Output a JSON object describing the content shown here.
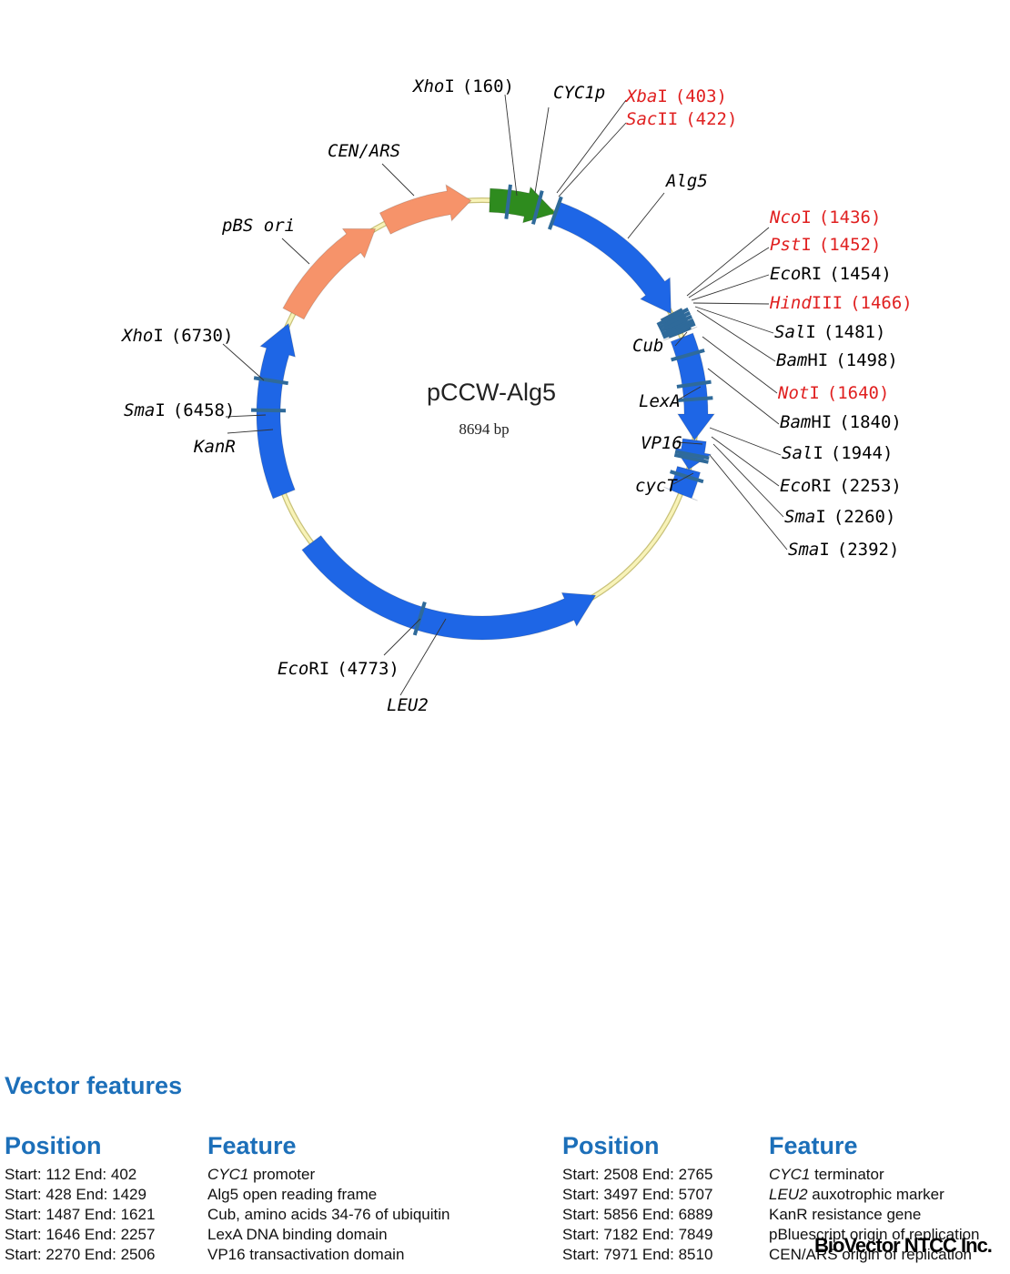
{
  "plasmid": {
    "name": "pCCW-Alg5",
    "size": "8694 bp"
  },
  "map": {
    "feature_labels": [
      {
        "key": "cen_ars",
        "text": "CEN/ARS"
      },
      {
        "key": "pbs_ori",
        "text": "pBS ori"
      },
      {
        "key": "cyc1p",
        "text": "CYC1p"
      },
      {
        "key": "alg5",
        "text": "Alg5"
      },
      {
        "key": "cub",
        "text": "Cub"
      },
      {
        "key": "lexa",
        "text": "LexA"
      },
      {
        "key": "vp16",
        "text": "VP16"
      },
      {
        "key": "cyct",
        "text": "cycT"
      },
      {
        "key": "kanr",
        "text": "KanR"
      },
      {
        "key": "leu2",
        "text": "LEU2"
      }
    ],
    "sites": [
      {
        "enzyme": "Xho",
        "suffix": "I",
        "position": "(160)",
        "color": "#000000"
      },
      {
        "enzyme": "Xba",
        "suffix": "I",
        "position": "(403)",
        "color": "#e02020"
      },
      {
        "enzyme": "Sac",
        "suffix": "II",
        "position": "(422)",
        "color": "#e02020"
      },
      {
        "enzyme": "Nco",
        "suffix": "I",
        "position": "(1436)",
        "color": "#e02020"
      },
      {
        "enzyme": "Pst",
        "suffix": "I",
        "position": "(1452)",
        "color": "#e02020"
      },
      {
        "enzyme": "Eco",
        "suffix": "RI",
        "position": "(1454)",
        "color": "#000000"
      },
      {
        "enzyme": "Hind",
        "suffix": "III",
        "position": "(1466)",
        "color": "#e02020"
      },
      {
        "enzyme": "Sal",
        "suffix": "I",
        "position": "(1481)",
        "color": "#000000"
      },
      {
        "enzyme": "Bam",
        "suffix": "HI",
        "position": "(1498)",
        "color": "#000000"
      },
      {
        "enzyme": "Not",
        "suffix": "I",
        "position": "(1640)",
        "color": "#e02020"
      },
      {
        "enzyme": "Bam",
        "suffix": "HI",
        "position": "(1840)",
        "color": "#000000"
      },
      {
        "enzyme": "Sal",
        "suffix": "I",
        "position": "(1944)",
        "color": "#000000"
      },
      {
        "enzyme": "Eco",
        "suffix": "RI",
        "position": "(2253)",
        "color": "#000000"
      },
      {
        "enzyme": "Sma",
        "suffix": "I",
        "position": "(2260)",
        "color": "#000000"
      },
      {
        "enzyme": "Sma",
        "suffix": "I",
        "position": "(2392)",
        "color": "#000000"
      },
      {
        "enzyme": "Eco",
        "suffix": "RI",
        "position": "(4773)",
        "color": "#000000"
      },
      {
        "enzyme": "Xho",
        "suffix": "I",
        "position": "(6730)",
        "color": "#000000"
      },
      {
        "enzyme": "Sma",
        "suffix": "I",
        "position": "(6458)",
        "color": "#000000"
      }
    ],
    "colors": {
      "backbone": "#f3eea0",
      "orf": "#1e66e6",
      "promoter": "#2e8b1e",
      "origin": "#f6936a",
      "marker_tick": "#2f6a9a"
    }
  },
  "features": {
    "title": "Vector features",
    "position_header": "Position",
    "feature_header": "Feature",
    "left": [
      {
        "position": "Start: 112   End: 402",
        "italic": "CYC1",
        "rest": " promoter"
      },
      {
        "position": "Start: 428   End: 1429",
        "italic": "",
        "rest": "Alg5 open reading frame"
      },
      {
        "position": "Start: 1487  End: 1621",
        "italic": "",
        "rest": "Cub, amino acids 34-76 of ubiquitin"
      },
      {
        "position": "Start: 1646  End: 2257",
        "italic": "",
        "rest": "LexA DNA binding domain"
      },
      {
        "position": "Start: 2270  End: 2506",
        "italic": "",
        "rest": "VP16 transactivation domain"
      }
    ],
    "right": [
      {
        "position": "Start: 2508  End: 2765",
        "italic": "CYC1",
        "rest": " terminator"
      },
      {
        "position": "Start: 3497  End: 5707",
        "italic": "LEU2",
        "rest": " auxotrophic marker"
      },
      {
        "position": "Start: 5856  End: 6889",
        "italic": "",
        "rest": "KanR resistance gene"
      },
      {
        "position": "Start: 7182  End: 7849",
        "italic": "",
        "rest": "pBluescript origin of replication"
      },
      {
        "position": "Start: 7971  End: 8510",
        "italic": "",
        "rest": "CEN/ARS origin of replication"
      }
    ]
  },
  "footer": "BioVector NTCC Inc."
}
